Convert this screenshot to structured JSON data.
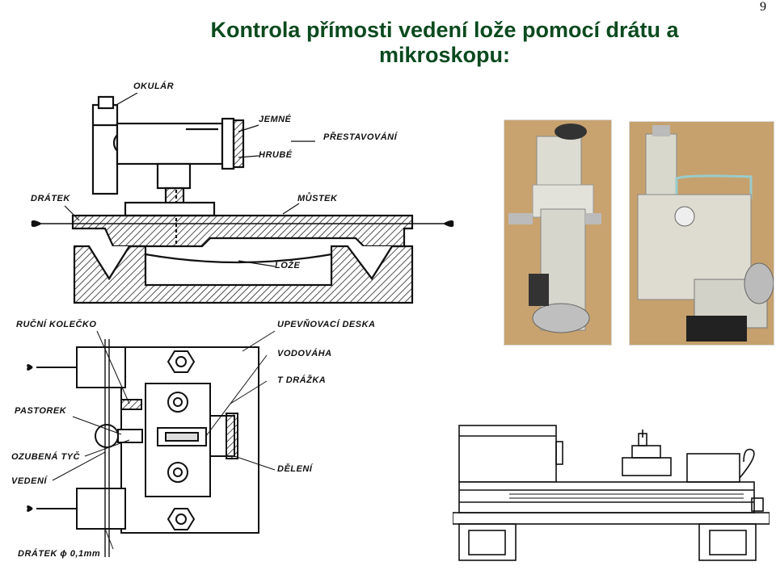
{
  "slide": {
    "title_line1": "Kontrola přímosti vedení lože pomocí drátu a",
    "title_line2": "mikroskopu:",
    "page_number": "9"
  },
  "top_drawing": {
    "labels": {
      "okular": "OKULÁR",
      "jemne": "JEMNÉ",
      "prestavovani": "PŘESTAVOVÁNÍ",
      "hrube": "HRUBÉ",
      "dratek": "DRÁTEK",
      "mustek": "MŮSTEK",
      "loze": "LOŽE"
    }
  },
  "bottom_drawing": {
    "labels": {
      "rucni_kolecko": "RUČNÍ KOLEČKO",
      "upevnovaci_deska": "UPEVŇOVACÍ DESKA",
      "vodovaha": "VODOVÁHA",
      "t_drazka": "T DRÁŽKA",
      "pastorek": "PASTOREK",
      "ozubena_tyc": "OZUBENÁ TYČ",
      "vedeni": "VEDENÍ",
      "deleni": "DĚLENÍ",
      "dratek_01": "DRÁTEK ϕ 0,1mm"
    }
  },
  "colors": {
    "title": "#0b4a1e",
    "photo_background": "#c9a06a",
    "instrument_body": "#d9d9cc",
    "hatching": "#222222"
  }
}
